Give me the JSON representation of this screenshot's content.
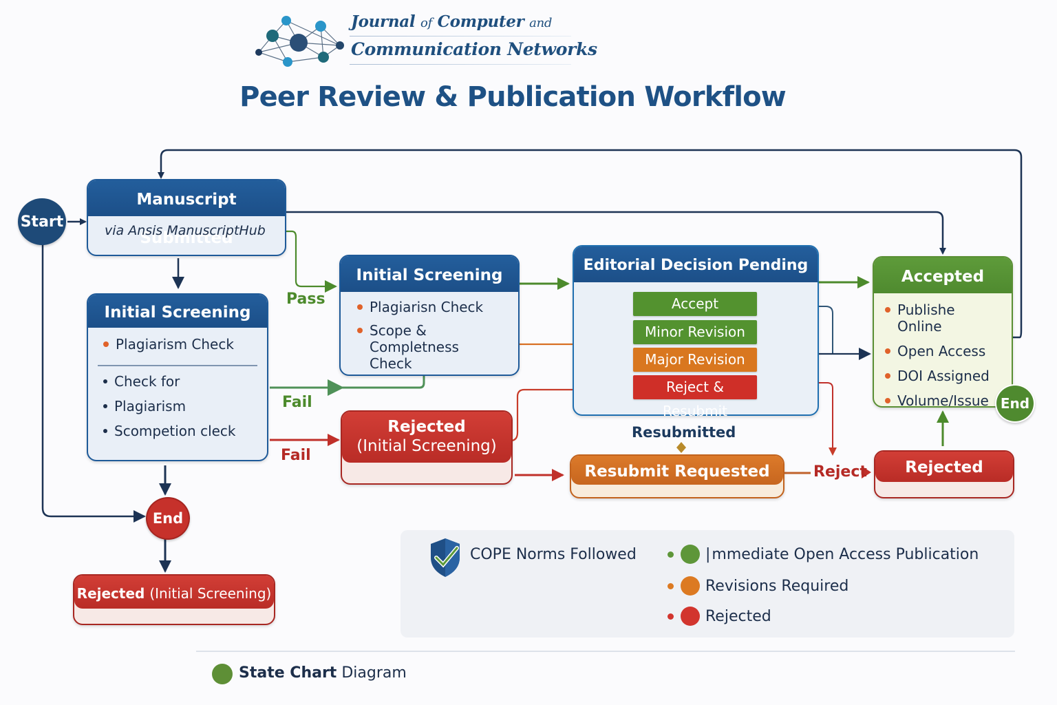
{
  "header": {
    "journal_line1_a": "Journal",
    "journal_line1_b": "of",
    "journal_line1_c": "Computer",
    "journal_line1_d": "and",
    "journal_line2": "Communication Networks",
    "title": "Peer Review & Publication Workflow"
  },
  "nodes": {
    "start": "Start",
    "manuscript_submitted": {
      "title": "Manuscript Submitted",
      "subtitle": "via Ansis ManuscriptHub"
    },
    "initial_screening_left": {
      "title": "Initial Screening",
      "primary_item": "Plagiarism Check",
      "items": [
        "Check for",
        "Plagiarism",
        "Scompetion cleck"
      ]
    },
    "initial_screening_mid": {
      "title": "Initial Screening",
      "items": [
        "Plagiarisn Check",
        "Scope &",
        "Completness Check"
      ]
    },
    "editorial_decision": {
      "title": "Editorial Decision Pending",
      "options": [
        {
          "label": "Accept",
          "status": "accept"
        },
        {
          "label": "Minor Revision",
          "status": "accept"
        },
        {
          "label": "Major Revision",
          "status": "revision"
        },
        {
          "label": "Reject & Resubmit",
          "status": "reject"
        }
      ]
    },
    "accepted": {
      "title": "Accepted",
      "items": [
        "Publishe Online",
        "Open Access",
        "DOI Assigned",
        "Volume/Issue"
      ]
    },
    "accepted_end": "End",
    "rejected_initial_mid": {
      "line1": "Rejected",
      "line2": "(Initial Screening)"
    },
    "resubmit_requested": "Resubmit Requested",
    "rejected_right": "Rejected",
    "end_left": "End",
    "rejected_initial_bottom": {
      "main": "Rejected",
      "paren": "(Initial Screening)"
    }
  },
  "transitions": {
    "pass": "Pass",
    "fail_green": "Fail",
    "fail_red": "Fail",
    "resubmitted": "Resubmitted",
    "reject": "Reject"
  },
  "legend": {
    "cope": "COPE Norms Followed",
    "items": [
      {
        "label": "mmediate Open Access Publication",
        "color": "#5e9639",
        "prefix": "|"
      },
      {
        "label": "Revisions Required",
        "color": "#dc7a22"
      },
      {
        "label": "Rejected",
        "color": "#d2352e"
      }
    ]
  },
  "footer": {
    "bold": "State Chart",
    "rest": "Diagram",
    "color": "#5e8f36"
  },
  "colors": {
    "navy": "#1e4a78",
    "blue_header": "#1e5a99",
    "green": "#4f8a2f",
    "orange": "#d9771f",
    "red": "#c6312b"
  }
}
